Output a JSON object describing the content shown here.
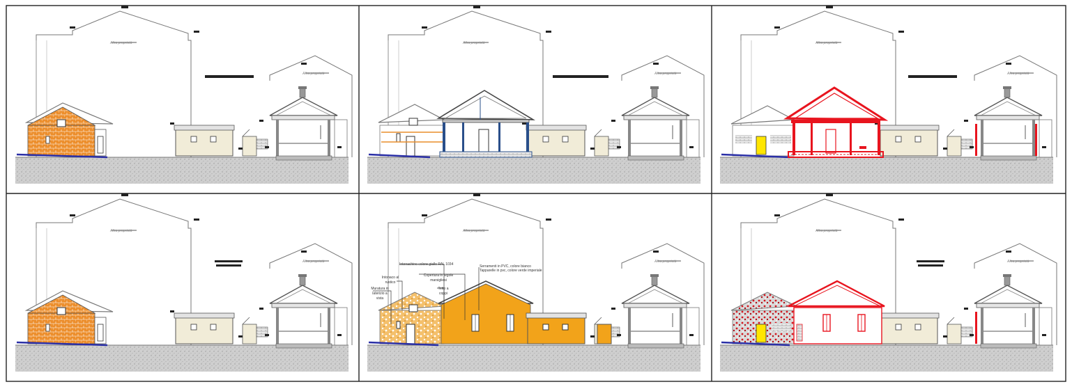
{
  "sheet": {
    "panels": [
      {
        "id": "panel-1",
        "style": "state-of-fact"
      },
      {
        "id": "panel-2",
        "style": "project-section"
      },
      {
        "id": "panel-3",
        "style": "comparative"
      },
      {
        "id": "panel-4",
        "style": "state-of-fact"
      },
      {
        "id": "panel-5",
        "style": "materials"
      },
      {
        "id": "panel-6",
        "style": "comparative"
      }
    ],
    "labels": {
      "other_property": "Altra proprietà",
      "annotations": [
        "Intonachino colore giallo RAL 1034",
        "Serramenti in PVC, colore bianco",
        "Tapparelle in pvc, colore verde imperiale",
        "Copertura in tegole marsigliesi",
        "Tetto a coppi",
        "Intonaco al rustico",
        "Muratura in laterizio a vista"
      ]
    }
  },
  "colors": {
    "frame": "#222222",
    "ground": "#d4d4d4",
    "line": "#555555",
    "brick": "#e98d2a",
    "ochre": "#f2a31a",
    "cream": "#f1ecd8",
    "red": "#e8141e",
    "blue": "#2a2fa6",
    "yellow": "#ffe600"
  }
}
